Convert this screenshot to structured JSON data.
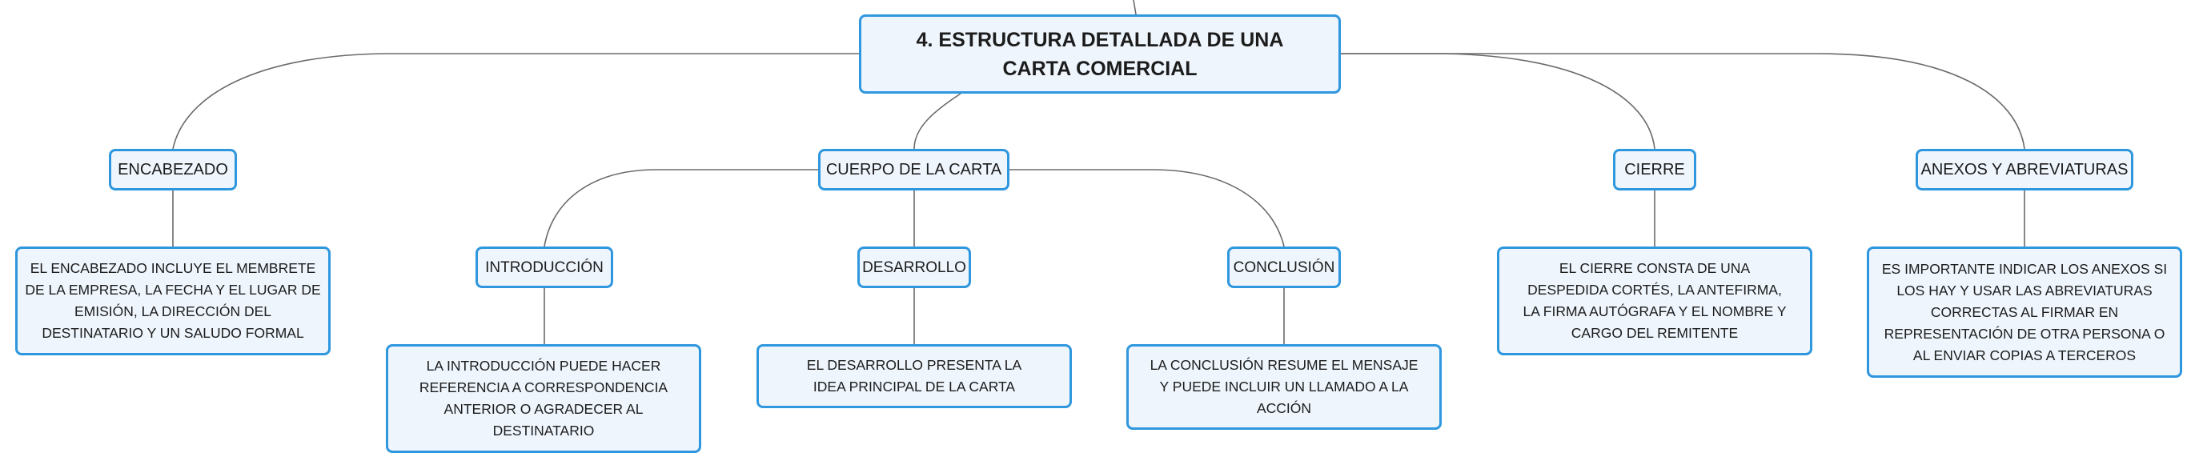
{
  "root": {
    "label": "4. ESTRUCTURA DETALLADA DE UNA CARTA COMERCIAL"
  },
  "branches": {
    "encabezado": {
      "label": "ENCABEZADO",
      "detail": "EL ENCABEZADO INCLUYE EL MEMBRETE DE LA EMPRESA, LA FECHA Y EL LUGAR DE EMISIÓN, LA DIRECCIÓN DEL DESTINATARIO Y UN SALUDO FORMAL"
    },
    "cuerpo": {
      "label": "CUERPO DE LA CARTA",
      "introduccion": {
        "label": "INTRODUCCIÓN",
        "detail": "LA INTRODUCCIÓN PUEDE HACER REFERENCIA A CORRESPONDENCIA ANTERIOR O AGRADECER AL DESTINATARIO"
      },
      "desarrollo": {
        "label": "DESARROLLO",
        "detail": "EL DESARROLLO PRESENTA LA IDEA PRINCIPAL DE LA CARTA"
      },
      "conclusion": {
        "label": "CONCLUSIÓN",
        "detail": "LA CONCLUSIÓN RESUME EL MENSAJE Y PUEDE INCLUIR UN LLAMADO A LA ACCIÓN"
      }
    },
    "cierre": {
      "label": "CIERRE",
      "detail": "EL CIERRE CONSTA DE UNA DESPEDIDA CORTÉS, LA ANTEFIRMA, LA FIRMA AUTÓGRAFA Y EL NOMBRE Y CARGO DEL REMITENTE"
    },
    "anexos": {
      "label": "ANEXOS Y ABREVIATURAS",
      "detail": "ES IMPORTANTE INDICAR LOS ANEXOS SI LOS HAY Y USAR LAS ABREVIATURAS CORRECTAS AL FIRMAR EN REPRESENTACIÓN DE OTRA PERSONA O AL ENVIAR COPIAS A TERCEROS"
    }
  }
}
